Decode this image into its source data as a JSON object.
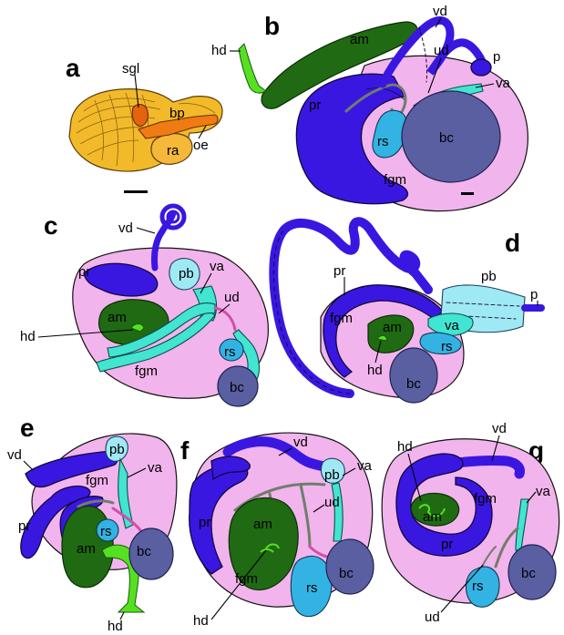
{
  "panels": {
    "a": {
      "letter": "a",
      "labels": {
        "sgl": "sgl",
        "bp": "bp",
        "oe": "oe",
        "ra": "ra"
      }
    },
    "b": {
      "letter": "b",
      "labels": {
        "hd": "hd",
        "am": "am",
        "vd": "vd",
        "p": "p",
        "ud": "ud",
        "va": "va",
        "pr": "pr",
        "rs": "rs",
        "bc": "bc",
        "fgm": "fgm"
      }
    },
    "c": {
      "letter": "c",
      "labels": {
        "vd": "vd",
        "pb": "pb",
        "va": "va",
        "pr": "pr",
        "ud": "ud",
        "am": "am",
        "hd": "hd",
        "rs": "rs",
        "fgm": "fgm",
        "bc": "bc"
      }
    },
    "d": {
      "letter": "d",
      "labels": {
        "pr": "pr",
        "pb": "pb",
        "p": "p",
        "fgm": "fgm",
        "am": "am",
        "va": "va",
        "rs": "rs",
        "hd": "hd",
        "bc": "bc"
      }
    },
    "e": {
      "letter": "e",
      "labels": {
        "vd": "vd",
        "pb": "pb",
        "va": "va",
        "fgm": "fgm",
        "pr": "pr",
        "rs": "rs",
        "am": "am",
        "bc": "bc",
        "hd": "hd"
      }
    },
    "f": {
      "letter": "f",
      "labels": {
        "vd": "vd",
        "pb": "pb",
        "va": "va",
        "ud": "ud",
        "pr": "pr",
        "am": "am",
        "fgm": "fgm",
        "rs": "rs",
        "bc": "bc",
        "hd": "hd"
      }
    },
    "g": {
      "letter": "g",
      "labels": {
        "hd": "hd",
        "vd": "vd",
        "am": "am",
        "fgm": "fgm",
        "va": "va",
        "pr": "pr",
        "ud": "ud",
        "rs": "rs",
        "bc": "bc"
      }
    }
  },
  "colors": {
    "albumen_gland_pink": "#f2b4ec",
    "prostate_blue": "#3a17e0",
    "albumen_green": "#1f6a12",
    "hermaphroditic_duct_green": "#56e022",
    "bursa_copulatrix": "#5a5fa2",
    "receptaculum_seminis": "#32b3e3",
    "vagina_teal": "#42e5d2",
    "penial_bulb_cyan": "#9fe9f4",
    "buccal_mass_yellow": "#f2b92a",
    "oesophagus_orange": "#f07a14"
  }
}
